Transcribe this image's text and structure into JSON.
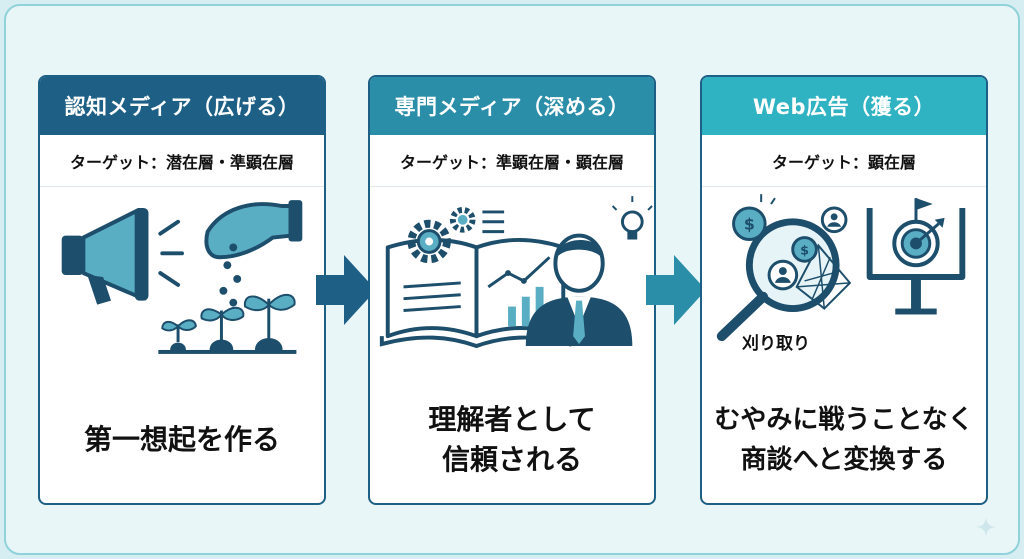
{
  "stages": [
    {
      "title": "認知メディア（広げる）",
      "target": "ターゲット：潜在層・準顕在層",
      "lines": [
        "第一想起を作る"
      ],
      "icons": [
        "megaphone-icon",
        "sowing-hand-icon",
        "sprouts-icon"
      ]
    },
    {
      "title": "専門メディア（深める）",
      "target": "ターゲット：準顕在層・顕在層",
      "lines": [
        "理解者として",
        "信頼される"
      ],
      "icons": [
        "book-chart-icon",
        "gear-icon",
        "businessman-icon",
        "lightbulb-icon"
      ]
    },
    {
      "title": "Web広告（獲る）",
      "target": "ターゲット：顕在層",
      "caption": "刈り取り",
      "lines": [
        "むやみに戦うことなく",
        "商談へと変換する"
      ],
      "icons": [
        "magnifier-net-icon",
        "target-goal-icon"
      ]
    }
  ],
  "colors": {
    "stage1": "#1e5f86",
    "stage2": "#2a8ea8",
    "stage3": "#2fb3c2",
    "icon_dark": "#1d4e6b",
    "icon_light": "#5aaec4"
  }
}
